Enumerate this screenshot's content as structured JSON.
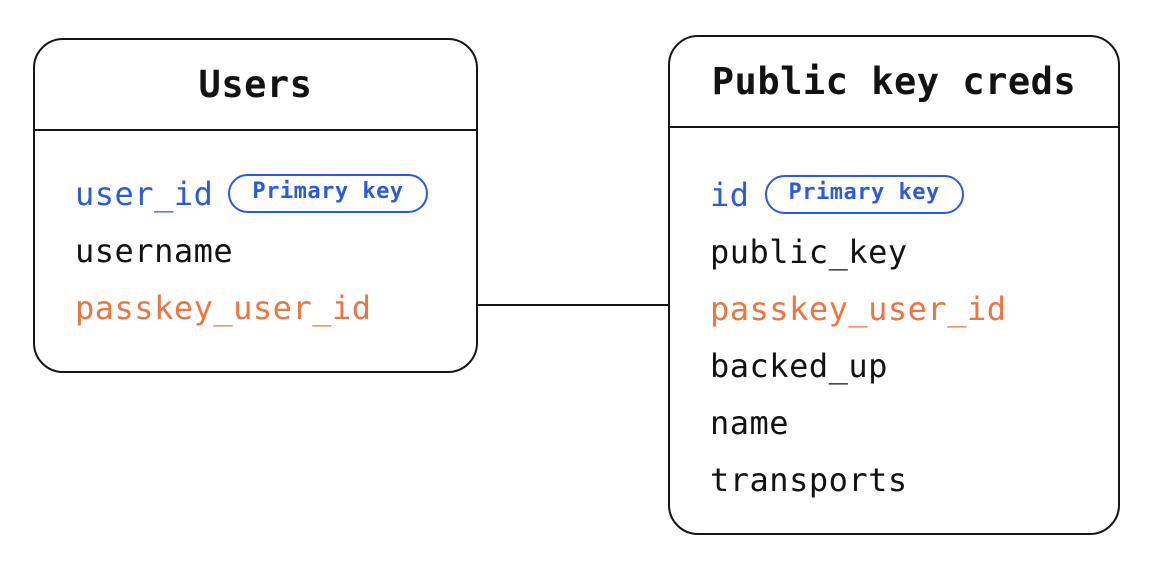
{
  "diagram": {
    "colors": {
      "primary_blue": "#2b5bd9",
      "foreign_orange": "#ee7440",
      "line": "#161616",
      "text": "#121212",
      "background": "#ffffff"
    },
    "tables": [
      {
        "title": "Users",
        "fields": [
          {
            "name": "user_id",
            "badge": "Primary key",
            "color": "blue"
          },
          {
            "name": "username",
            "color": "default"
          },
          {
            "name": "passkey_user_id",
            "color": "orange"
          }
        ]
      },
      {
        "title": "Public key creds",
        "fields": [
          {
            "name": "id",
            "badge": "Primary key",
            "color": "blue"
          },
          {
            "name": "public_key",
            "color": "default"
          },
          {
            "name": "passkey_user_id",
            "color": "orange"
          },
          {
            "name": "backed_up",
            "color": "default"
          },
          {
            "name": "name",
            "color": "default"
          },
          {
            "name": "transports",
            "color": "default"
          }
        ]
      }
    ],
    "relationship": {
      "from_table": "Users",
      "from_field": "passkey_user_id",
      "to_table": "Public key creds",
      "to_field": "passkey_user_id"
    }
  }
}
